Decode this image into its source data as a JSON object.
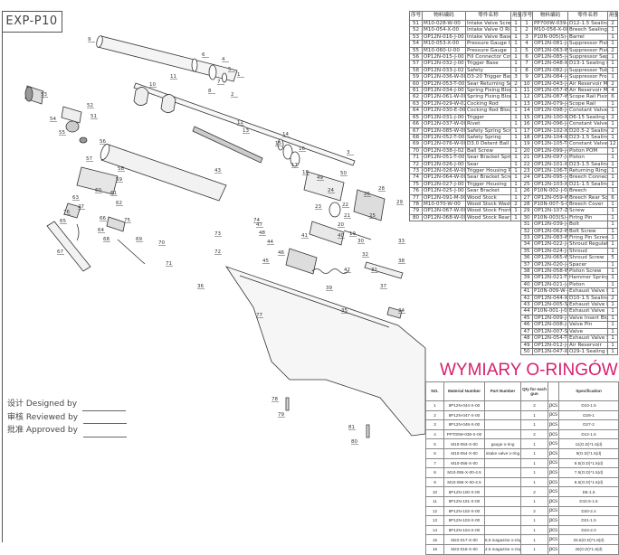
{
  "drawing": {
    "code": "EXP-P10"
  },
  "parts_headers": {
    "no": "序号",
    "material": "物料编码",
    "name": "零件名称",
    "qty": "用量"
  },
  "parts_left": [
    [
      "51",
      "M10-028-W-00",
      "Intake Valve Screw",
      "1"
    ],
    [
      "52",
      "M10-054-X-00",
      "Intake Valve O Ring",
      "1"
    ],
    [
      "53",
      "OP12N-016-J-00",
      "Intake Valve Base",
      "1"
    ],
    [
      "54",
      "M10-053-X-00",
      "Pressure Gauge O Ring",
      "1"
    ],
    [
      "55",
      "M10-060-U-00",
      "Pressure Gauge",
      "1"
    ],
    [
      "56",
      "OP12N-015-J-00",
      "Fill Connector Cover",
      "1"
    ],
    [
      "57",
      "OP12N-032-J-00",
      "Trigger Base",
      "1"
    ],
    [
      "58",
      "OP12N-033-J-02",
      "Safety",
      "1"
    ],
    [
      "59",
      "OP12N-036-W-00",
      "D3-20 Trigger Base Pin",
      "3"
    ],
    [
      "60",
      "OP12N-053-T-00",
      "Sear Returning Screw",
      "2"
    ],
    [
      "61",
      "OP12N-034-J-00",
      "Spring Fixing Block",
      "1"
    ],
    [
      "62",
      "OP12N-061-W-00",
      "Spring Fixing Block Screw",
      "1"
    ],
    [
      "63",
      "OP12N-029-W-02",
      "Cocking Rod",
      "1"
    ],
    [
      "64",
      "OP12N-030-E-00",
      "Cocking Rod Block",
      "1"
    ],
    [
      "65",
      "OP12N-031-J-00",
      "Trigger",
      "1"
    ],
    [
      "66",
      "OP12N-037-W-00",
      "Rivet",
      "1"
    ],
    [
      "67",
      "OP12N-085-W-00",
      "Safety Spring Screw",
      "1"
    ],
    [
      "68",
      "OP12N-052-T-00",
      "Safety Spring",
      "1"
    ],
    [
      "69",
      "OP12N-076-W-00",
      "D3.0 Detent Ball",
      "1"
    ],
    [
      "70",
      "OP12N-038-J-02",
      "Ball Screw",
      "1"
    ],
    [
      "71",
      "OP12N-051-T-00",
      "Sear Bracket Spring",
      "1"
    ],
    [
      "72",
      "OP12N-026-J-00",
      "Sear",
      "1"
    ],
    [
      "73",
      "OP12N-026-W-00",
      "Trigger Housing Pin D3-16",
      "1"
    ],
    [
      "74",
      "OP12N-064-W-00",
      "Sear Bracket Screw",
      "1"
    ],
    [
      "75",
      "OP12N-027-J-00",
      "Trigger Housing",
      "1"
    ],
    [
      "76",
      "OP12N-025-J-00",
      "Sear Bracket",
      "1"
    ],
    [
      "77",
      "OP12N-091-M-00",
      "Wood Stock",
      "1"
    ],
    [
      "78",
      "M10-070-W-00",
      "Wood Stock Washer",
      "2"
    ],
    [
      "79",
      "OP12N-067-W-00",
      "Wood Stock Front Screw",
      "1"
    ],
    [
      "80",
      "OP12N-068-W-00",
      "Wood Stock Rear Screw",
      "1"
    ]
  ],
  "parts_right": [
    [
      "1",
      "PP700W-039-X-00",
      "D12-1.5 Sealing Ring",
      "2"
    ],
    [
      "2",
      "M10-056-X-00",
      "Breech Sealing Ring",
      "1"
    ],
    [
      "3",
      "P10N-005(S)-J-03",
      "Barrel",
      "1"
    ],
    [
      "4",
      "OP12N-081-J-00",
      "Suppressor Fixing Set",
      "1"
    ],
    [
      "5",
      "OP12N-063-W-00",
      "Suppressor Fixing Screw",
      "2"
    ],
    [
      "6",
      "OP12N-085-J-00",
      "Suppressor Separation",
      "1"
    ],
    [
      "7",
      "OP12N-048-X-00",
      "D13-1 Sealing Ring",
      "1"
    ],
    [
      "8",
      "OP12N-082-J-00",
      "Suppressor Tube",
      "1"
    ],
    [
      "9",
      "OP12N-084-J-00",
      "Suppressor Front Cover",
      "1"
    ],
    [
      "10",
      "OP12N-043-J-00",
      "Air Reservoir Mount",
      "2"
    ],
    [
      "11",
      "OP12N-057-W-00",
      "Air Reservoir Mount Screw",
      "4"
    ],
    [
      "12",
      "OP12N-087-W-00",
      "Scope Rail Fixing Screw",
      "6"
    ],
    [
      "13",
      "OP12N-079-J-00",
      "Scope Rail",
      "1"
    ],
    [
      "14",
      "OP12N-098-J-00",
      "Constant Valve Nut",
      "1"
    ],
    [
      "15",
      "OP12N-100-X-00",
      "D6-15 Sealing Ring",
      "2"
    ],
    [
      "16",
      "OP12N-096-J-00",
      "Constant Valve",
      "1"
    ],
    [
      "17",
      "OP12N-102-X-00",
      "D20.5-2 Sealing Ring",
      "2"
    ],
    [
      "18",
      "OP12N-104-X-00",
      "D23-1.5 Sealing Ring",
      "1"
    ],
    [
      "19",
      "OP12N-105-T-00",
      "Constant Valve Spring",
      "12"
    ],
    [
      "20",
      "OP12N-099-J-00",
      "Piston POM",
      "1"
    ],
    [
      "21",
      "OP12N-097-J-00",
      "Piston",
      "1"
    ],
    [
      "22",
      "OP12N-101-X-00",
      "D23-1.5 Sealing Ring",
      "1"
    ],
    [
      "23",
      "OP12N-106-T-00",
      "Returning Ring",
      "1"
    ],
    [
      "24",
      "OP12N-095-J-00",
      "Breech Connector",
      "1"
    ],
    [
      "25",
      "OP12N-103-X-00",
      "D21-1.5 Sealing Ring",
      "1"
    ],
    [
      "26",
      "P10N-002-J-00",
      "Breech",
      "1"
    ],
    [
      "27",
      "OP12N-059-W-00",
      "Breech Rear Screw",
      "6"
    ],
    [
      "28",
      "P10N-007-S-00",
      "Breech Cover",
      "1"
    ],
    [
      "29",
      "OP12N-107-Z-00",
      "Screw",
      "1"
    ],
    [
      "30",
      "P10N-003(S)-J-00",
      "Firing Pin",
      "1"
    ],
    [
      "31",
      "OP12N-039-J-00",
      "Bolt",
      "1"
    ],
    [
      "32",
      "OP12N-062-W-00",
      "Bolt Screw",
      "1"
    ],
    [
      "33",
      "OP12N-083-W-00",
      "Firing Pin Screw",
      "1"
    ],
    [
      "34",
      "OP12N-022-J-00",
      "Shroud Regulating Nut",
      "1"
    ],
    [
      "35",
      "OP12N-024-J-00",
      "Shroud",
      "1"
    ],
    [
      "36",
      "OP12N-065-W-00",
      "Shroud Screw",
      "5"
    ],
    [
      "37",
      "OP12N-020-J-00",
      "Spacer",
      "1"
    ],
    [
      "38",
      "OP12N-058-W-00",
      "Piston Screw",
      "1"
    ],
    [
      "39",
      "OP12N-021-T-00",
      "Hammer Spring",
      "1"
    ],
    [
      "40",
      "OP12N-021-J-02",
      "Piston",
      "1"
    ],
    [
      "41",
      "P10N-009-W-00",
      "Exhaust Valve Front Screw",
      "1"
    ],
    [
      "42",
      "OP12N-044-X-00",
      "D10-1.5 Sealing Ring",
      "2"
    ],
    [
      "43",
      "OP12N-005-S-00",
      "Exhaust Valve Regulator",
      "1"
    ],
    [
      "44",
      "P10N-001-J-00",
      "Exhaust Valve",
      "1"
    ],
    [
      "45",
      "OP12N-009-J-00",
      "Valve Insert Block",
      "1"
    ],
    [
      "46",
      "OP12N-008-J-00",
      "Valve Pin",
      "1"
    ],
    [
      "47",
      "OP12N-007-S-00",
      "Valve",
      "1"
    ],
    [
      "48",
      "OP12N-054-T-00",
      "Exhaust Valve Spring",
      "1"
    ],
    [
      "49",
      "OP12N-012-J-04",
      "Air Reservoir",
      "1"
    ],
    [
      "50",
      "OP12N-047-X-00",
      "O29-1 Sealing Ring",
      "1"
    ]
  ],
  "oring": {
    "title": "WYMIARY O-RINGÓW",
    "headers": [
      "NO.",
      "Material Number",
      "Part Number",
      "Qty for each gun",
      "",
      "Specification"
    ],
    "rows": [
      [
        "1",
        "8P12N-044-X-00",
        "",
        "2",
        "pcs",
        "D10-1.5"
      ],
      [
        "2",
        "8P12N-047-X-00",
        "",
        "1",
        "pcs",
        "D29-1"
      ],
      [
        "3",
        "8P12N-048-X-00",
        "",
        "1",
        "pcs",
        "D27-2"
      ],
      [
        "4",
        "PP700W-039-X-00",
        "",
        "2",
        "pcs",
        "D12-1.5"
      ],
      [
        "5",
        "M10-053-X-00",
        "gauge o-ring",
        "1",
        "pcs",
        "11(O.D)*1.5(d)"
      ],
      [
        "6",
        "M10-054-X-00",
        "intake valve o-ring",
        "1",
        "pcs",
        "9(O.D)*1.5(d)"
      ],
      [
        "7",
        "M10-056-X-00",
        "",
        "1",
        "pcs",
        "8.5(O.D)*1.5(d)"
      ],
      [
        "8",
        "M10-055-X-00-4.5",
        "",
        "1",
        "pcs",
        "7.5(O.D)*1.5(d)"
      ],
      [
        "9",
        "M10-056-X-00-4.5",
        "",
        "1",
        "pcs",
        "8.5(O.D)*1.5(d)"
      ],
      [
        "10",
        "8P12N-100-X-00",
        "",
        "2",
        "pcs",
        "D6-1.5"
      ],
      [
        "11",
        "8P12N-101-X-00",
        "",
        "1",
        "pcs",
        "D10.5-1.5"
      ],
      [
        "12",
        "8P12N-102-X-00",
        "",
        "2",
        "pcs",
        "D20-2.4"
      ],
      [
        "13",
        "8P12N-103-X-00",
        "",
        "1",
        "pcs",
        "D21-1.5"
      ],
      [
        "14",
        "8P12N-104-X-00",
        "",
        "1",
        "pcs",
        "D23-2.0"
      ],
      [
        "15",
        "M22-017-X-00",
        "5.5 magazine o-ring",
        "1",
        "pcs",
        "26.5(O.D)*1.8(d)"
      ],
      [
        "16",
        "M22-018-X-00",
        "4.5 magazine o-ring",
        "1",
        "pcs",
        "26(O.D)*1.8(d)"
      ]
    ]
  },
  "approvals": {
    "designed": "设计 Designed by",
    "reviewed": "审核 Reviewed by",
    "approved": "批准 Approved by"
  },
  "callouts": [
    "9",
    "6",
    "4",
    "5",
    "7",
    "8",
    "1",
    "2",
    "10",
    "11",
    "53",
    "52",
    "51",
    "54",
    "55",
    "56",
    "12",
    "13",
    "14",
    "15",
    "16",
    "17",
    "18",
    "3",
    "43",
    "57",
    "58",
    "59",
    "60",
    "61",
    "62",
    "63",
    "27",
    "76",
    "65",
    "66",
    "64",
    "75",
    "68",
    "69",
    "73",
    "72",
    "74",
    "71",
    "70",
    "47",
    "48",
    "44",
    "45",
    "46",
    "41",
    "40",
    "42",
    "39",
    "36",
    "77",
    "35",
    "34",
    "33",
    "30",
    "32",
    "31",
    "37",
    "38",
    "24",
    "23",
    "22",
    "21",
    "20",
    "19",
    "29",
    "28",
    "25",
    "26",
    "50",
    "49",
    "78",
    "79",
    "80",
    "81",
    "67"
  ]
}
